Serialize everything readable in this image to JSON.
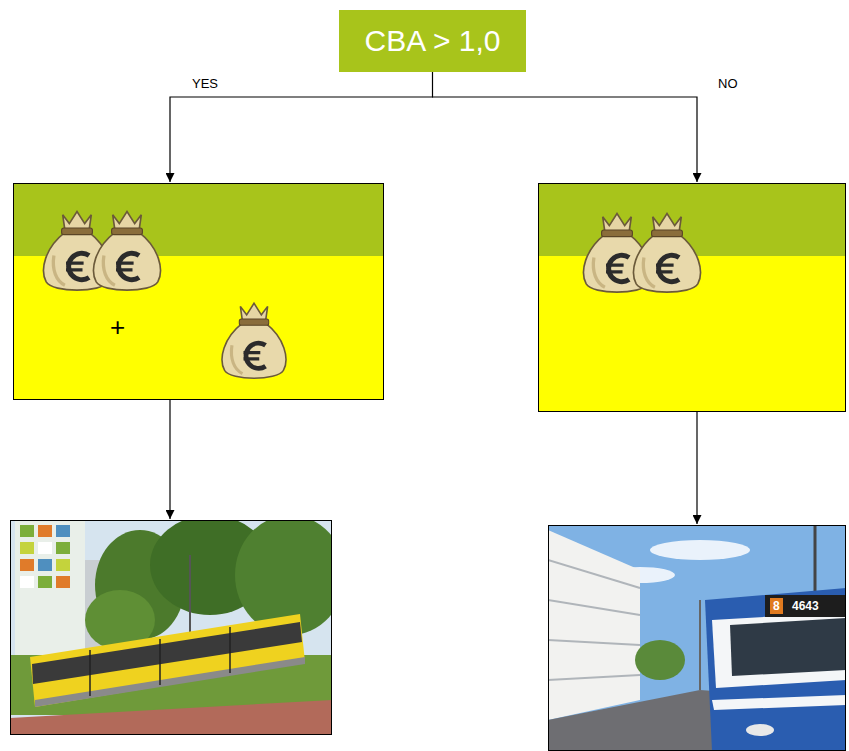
{
  "diagram": {
    "nodes": [
      {
        "text": [
          "CBA > 1,0"
        ]
      },
      {
        "text": [
          "+"
        ]
      }
    ],
    "edges": [
      {
        "from": 0,
        "to": 1,
        "label": "YES",
        "arrow": "to"
      }
    ],
    "labels": [
      "NO",
      "8",
      "4643"
    ]
  }
}
